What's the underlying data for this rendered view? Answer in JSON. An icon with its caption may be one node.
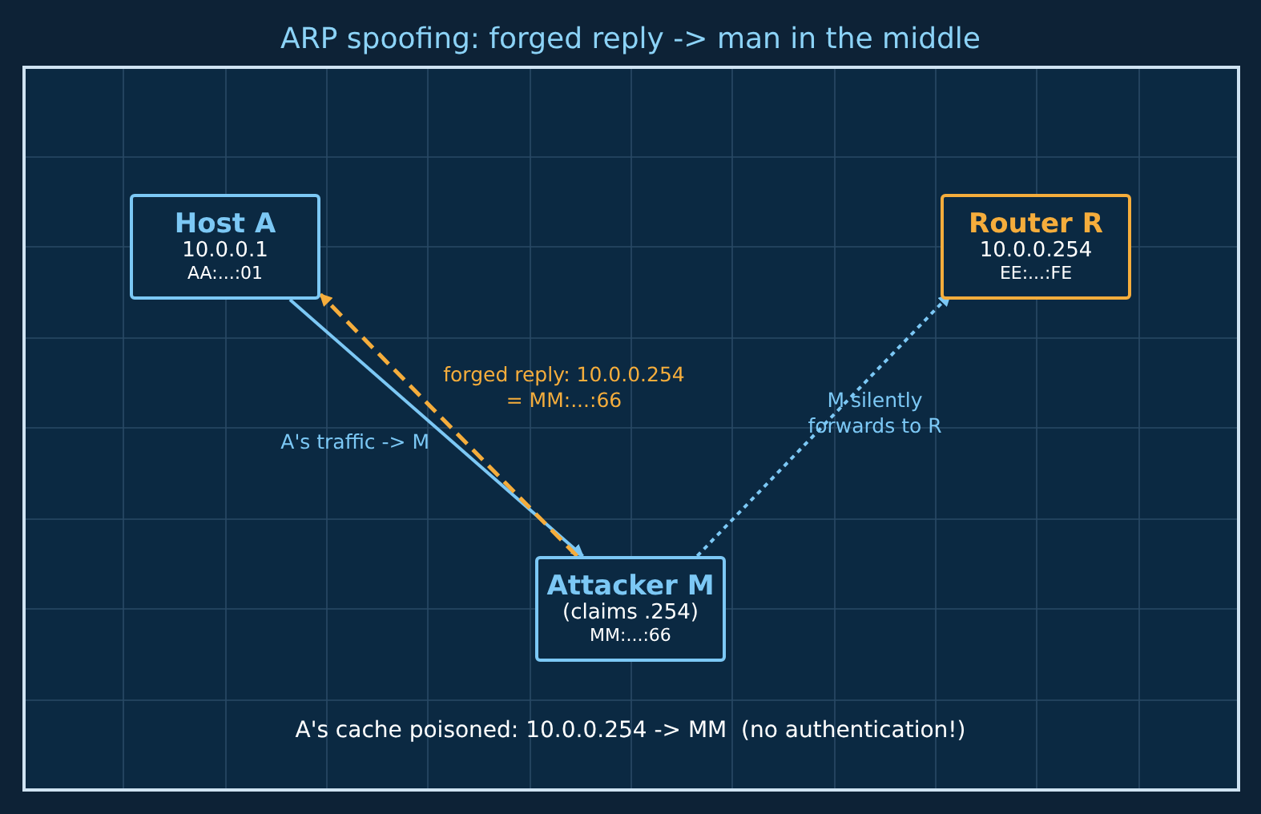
{
  "diagram": {
    "title": "ARP spoofing: forged reply -> man in the middle",
    "nodes": [
      {
        "text": [
          "Host A",
          "10.0.0.1",
          "AA:...:01"
        ]
      },
      {
        "text": [
          "Router R",
          "10.0.0.254",
          "EE:...:FE"
        ]
      },
      {
        "text": [
          "Attacker M",
          "(claims .254)",
          "MM:...:66"
        ]
      }
    ],
    "edges": [
      {
        "from": 0,
        "to": 2,
        "arrow": "to",
        "label": "A's traffic -> M"
      },
      {
        "from": 2,
        "to": 0,
        "arrow": "to",
        "label": "forged reply: 10.0.0.254 = MM:...:66",
        "style": "dashed",
        "color": "#f5ad3c"
      },
      {
        "from": 2,
        "to": 1,
        "arrow": "to",
        "label": "M silently forwards to R",
        "style": "dashed"
      }
    ],
    "labels": [
      "A's cache poisoned: 10.0.0.254 -> MM  (no authentication!)"
    ]
  }
}
